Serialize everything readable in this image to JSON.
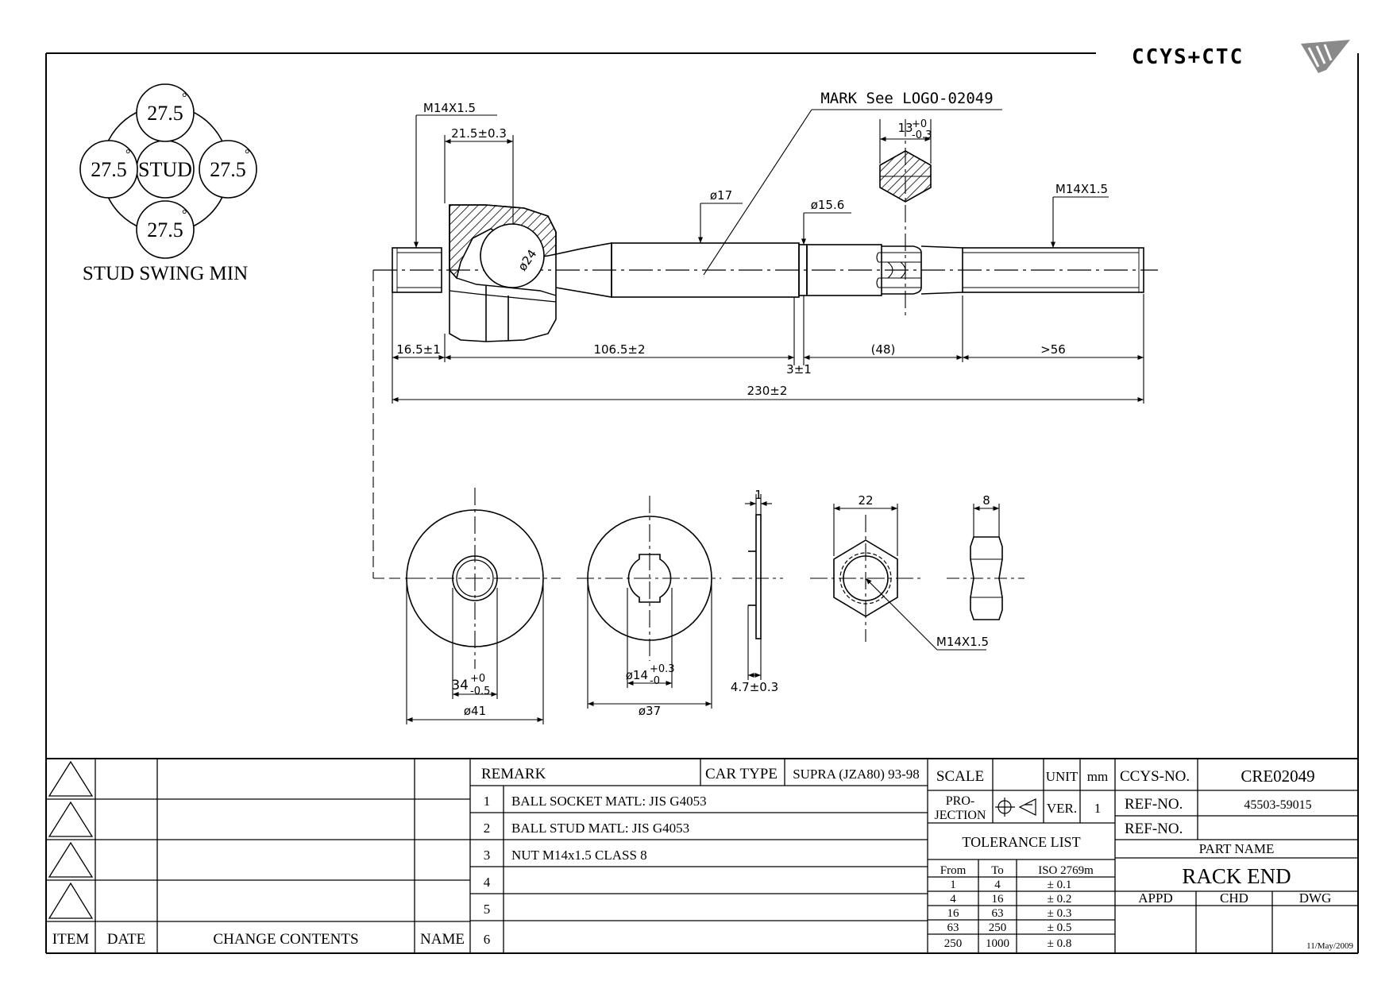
{
  "brand": {
    "logo_text": "CCYS+CTC"
  },
  "stud_swing": {
    "center_label": "STUD",
    "angle_top": "27.5",
    "angle_left": "27.5",
    "angle_right": "27.5",
    "angle_bottom": "27.5",
    "degree_mark": "°",
    "caption": "STUD SWING MIN"
  },
  "main_view": {
    "mark_note": "MARK See LOGO-02049",
    "thread_left": "M14X1.5",
    "thread_right": "M14X1.5",
    "dim_21_5": "21.5±0.3",
    "dim_hex_base": "13",
    "dim_hex_tol_upper": "+0",
    "dim_hex_tol_lower": "-0.3",
    "dia_17": "ø17",
    "dia_15_6": "ø15.6",
    "dia_24": "ø24",
    "dim_16_5": "16.5±1",
    "dim_106_5": "106.5±2",
    "dim_48": "(48)",
    "dim_56": ">56",
    "dim_3": "3±1",
    "dim_230": "230±2"
  },
  "section_views": {
    "dim_34_base": "34",
    "dim_34_tol_upper": "+0",
    "dim_34_tol_lower": "-0.5",
    "dia_41": "ø41",
    "dia_14_base": "ø14",
    "dia_14_tol_upper": "+0.3",
    "dia_14_tol_lower": "-0",
    "dia_37": "ø37",
    "dim_1": "1",
    "dim_4_7": "4.7±0.3",
    "dim_22": "22",
    "dim_8": "8",
    "nut_thread": "M14X1.5"
  },
  "revision_block": {
    "headers": {
      "item": "ITEM",
      "date": "DATE",
      "change": "CHANGE CONTENTS",
      "name": "NAME"
    }
  },
  "remarks": {
    "header": "REMARK",
    "car_type_label": "CAR TYPE",
    "car_type_value": "SUPRA (JZA80) 93-98",
    "rows": [
      {
        "no": "1",
        "text": "BALL SOCKET  MATL: JIS G4053"
      },
      {
        "no": "2",
        "text": "BALL STUD  MATL: JIS G4053"
      },
      {
        "no": "3",
        "text": "NUT M14x1.5 CLASS 8"
      },
      {
        "no": "4",
        "text": ""
      },
      {
        "no": "5",
        "text": ""
      },
      {
        "no": "6",
        "text": ""
      }
    ]
  },
  "spec_block": {
    "scale_label": "SCALE",
    "unit_label": "UNIT",
    "unit_value": "mm",
    "projection_label_1": "PRO-",
    "projection_label_2": "JECTION",
    "ver_label": "VER.",
    "ver_value": "1",
    "tolerance_title": "TOLERANCE LIST",
    "tolerance_headers": {
      "from": "From",
      "to": "To",
      "iso": "ISO 2769m"
    },
    "tolerance_rows": [
      {
        "from": "1",
        "to": "4",
        "tol": "± 0.1"
      },
      {
        "from": "4",
        "to": "16",
        "tol": "± 0.2"
      },
      {
        "from": "16",
        "to": "63",
        "tol": "± 0.3"
      },
      {
        "from": "63",
        "to": "250",
        "tol": "± 0.5"
      },
      {
        "from": "250",
        "to": "1000",
        "tol": "± 0.8"
      }
    ]
  },
  "title_block": {
    "ccys_no_label": "CCYS-NO.",
    "ccys_no_value": "CRE02049",
    "ref_no_label": "REF-NO.",
    "ref_no_value": "45503-59015",
    "ref_no2_label": "REF-NO.",
    "part_name_label": "PART NAME",
    "part_name_value": "RACK END",
    "appd_label": "APPD",
    "chd_label": "CHD",
    "dwg_label": "DWG",
    "date_value": "11/May/2009"
  }
}
